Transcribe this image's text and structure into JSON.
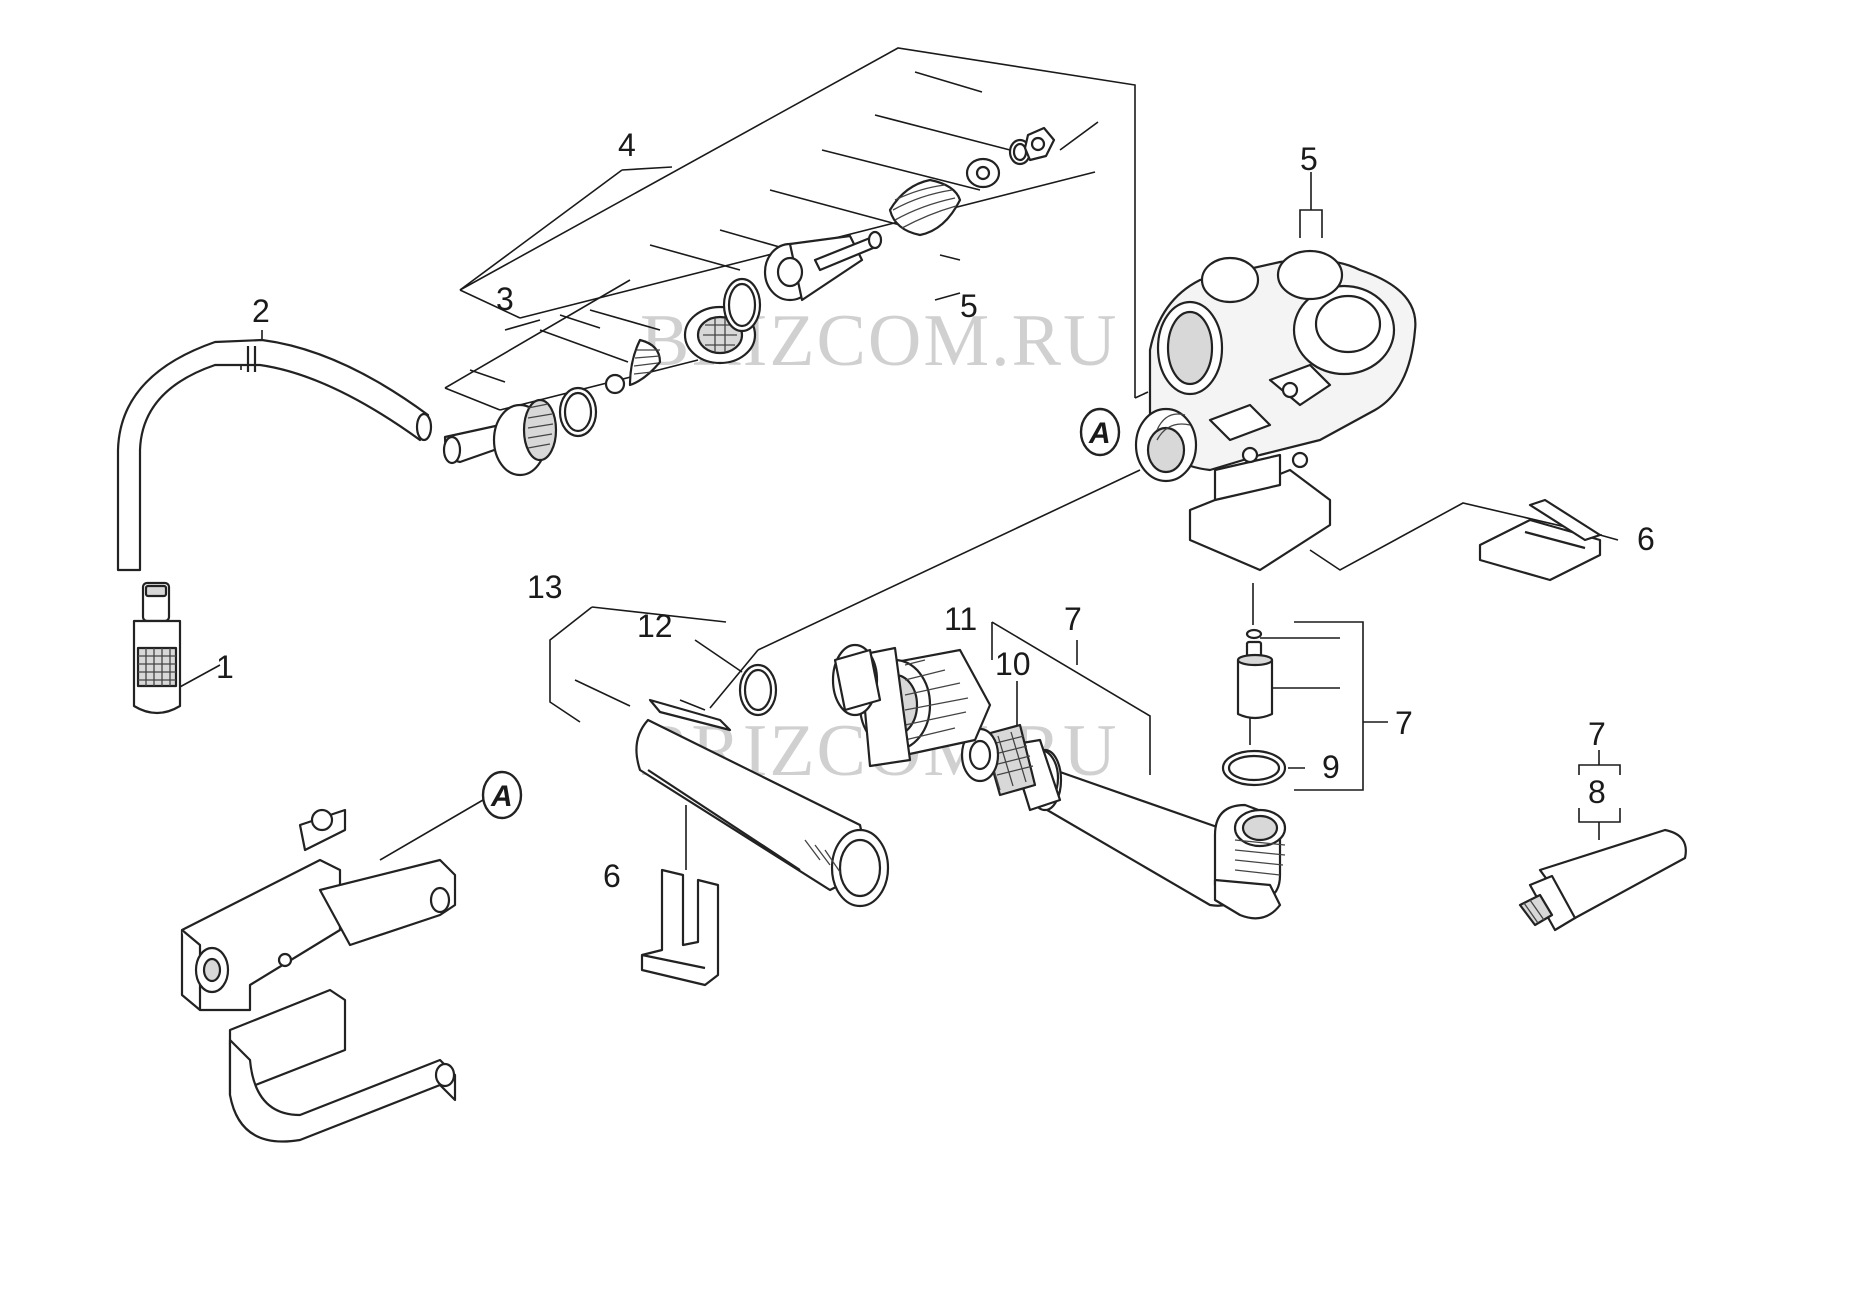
{
  "watermark": "BRIZCOM.RU",
  "reference_letter": "A",
  "callouts": {
    "c1": "1",
    "c2": "2",
    "c3": "3",
    "c4": "4",
    "c5_top": "5",
    "c5_mid": "5",
    "c6_right": "6",
    "c6_lower": "6",
    "c7_right": "7",
    "c7_mid": "7",
    "c7_far": "7",
    "c8": "8",
    "c9": "9",
    "c10": "10",
    "c11": "11",
    "c12": "12",
    "c13": "13"
  }
}
